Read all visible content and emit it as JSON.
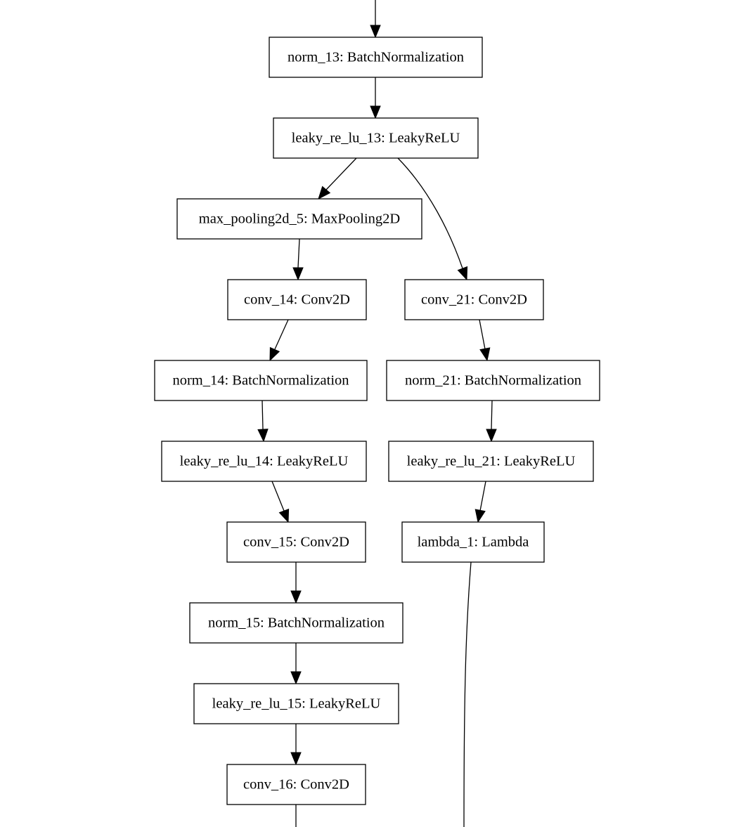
{
  "diagram": {
    "type": "layer-graph",
    "nodes": [
      {
        "id": "norm_13",
        "label": "norm_13: BatchNormalization"
      },
      {
        "id": "leaky_re_lu_13",
        "label": "leaky_re_lu_13: LeakyReLU"
      },
      {
        "id": "max_pooling2d_5",
        "label": "max_pooling2d_5: MaxPooling2D"
      },
      {
        "id": "conv_14",
        "label": "conv_14: Conv2D"
      },
      {
        "id": "conv_21",
        "label": "conv_21: Conv2D"
      },
      {
        "id": "norm_14",
        "label": "norm_14: BatchNormalization"
      },
      {
        "id": "norm_21",
        "label": "norm_21: BatchNormalization"
      },
      {
        "id": "leaky_re_lu_14",
        "label": "leaky_re_lu_14: LeakyReLU"
      },
      {
        "id": "leaky_re_lu_21",
        "label": "leaky_re_lu_21: LeakyReLU"
      },
      {
        "id": "conv_15",
        "label": "conv_15: Conv2D"
      },
      {
        "id": "lambda_1",
        "label": "lambda_1: Lambda"
      },
      {
        "id": "norm_15",
        "label": "norm_15: BatchNormalization"
      },
      {
        "id": "leaky_re_lu_15",
        "label": "leaky_re_lu_15: LeakyReLU"
      },
      {
        "id": "conv_16",
        "label": "conv_16: Conv2D"
      }
    ],
    "edges": [
      {
        "from": "",
        "to": "norm_13"
      },
      {
        "from": "norm_13",
        "to": "leaky_re_lu_13"
      },
      {
        "from": "leaky_re_lu_13",
        "to": "max_pooling2d_5"
      },
      {
        "from": "leaky_re_lu_13",
        "to": "conv_21"
      },
      {
        "from": "max_pooling2d_5",
        "to": "conv_14"
      },
      {
        "from": "conv_14",
        "to": "norm_14"
      },
      {
        "from": "norm_14",
        "to": "leaky_re_lu_14"
      },
      {
        "from": "leaky_re_lu_14",
        "to": "conv_15"
      },
      {
        "from": "conv_15",
        "to": "norm_15"
      },
      {
        "from": "norm_15",
        "to": "leaky_re_lu_15"
      },
      {
        "from": "leaky_re_lu_15",
        "to": "conv_16"
      },
      {
        "from": "conv_16",
        "to": ""
      },
      {
        "from": "conv_21",
        "to": "norm_21"
      },
      {
        "from": "norm_21",
        "to": "leaky_re_lu_21"
      },
      {
        "from": "leaky_re_lu_21",
        "to": "lambda_1"
      },
      {
        "from": "lambda_1",
        "to": ""
      }
    ]
  }
}
